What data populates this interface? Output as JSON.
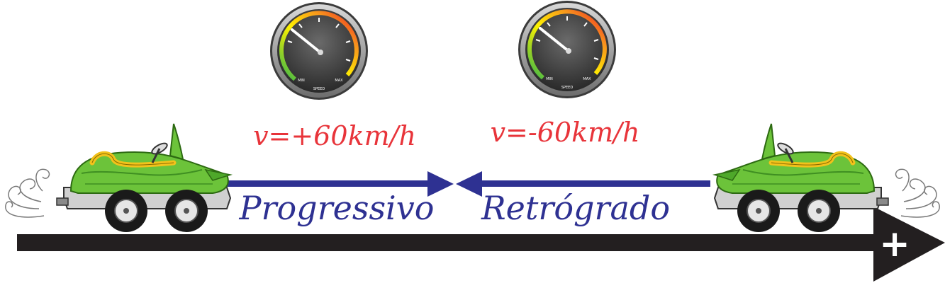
{
  "colors": {
    "axis": "#231f20",
    "arrow": "#2e3192",
    "velocity_text": "#e8343a",
    "car_body": "#6cc33a",
    "car_dark": "#3f8f22",
    "car_trim": "#f2c21b",
    "chassis": "#d0d0d0"
  },
  "axis": {
    "sign": "+"
  },
  "speedometers": [
    {
      "min_label": "MIN",
      "max_label": "MAX",
      "caption": "SPEED"
    },
    {
      "min_label": "MIN",
      "max_label": "MAX",
      "caption": "SPEED"
    }
  ],
  "left": {
    "velocity": "v=+60km/h",
    "direction": "Progressivo"
  },
  "right": {
    "velocity": "v=-60km/h",
    "direction": "Retrógrado"
  }
}
